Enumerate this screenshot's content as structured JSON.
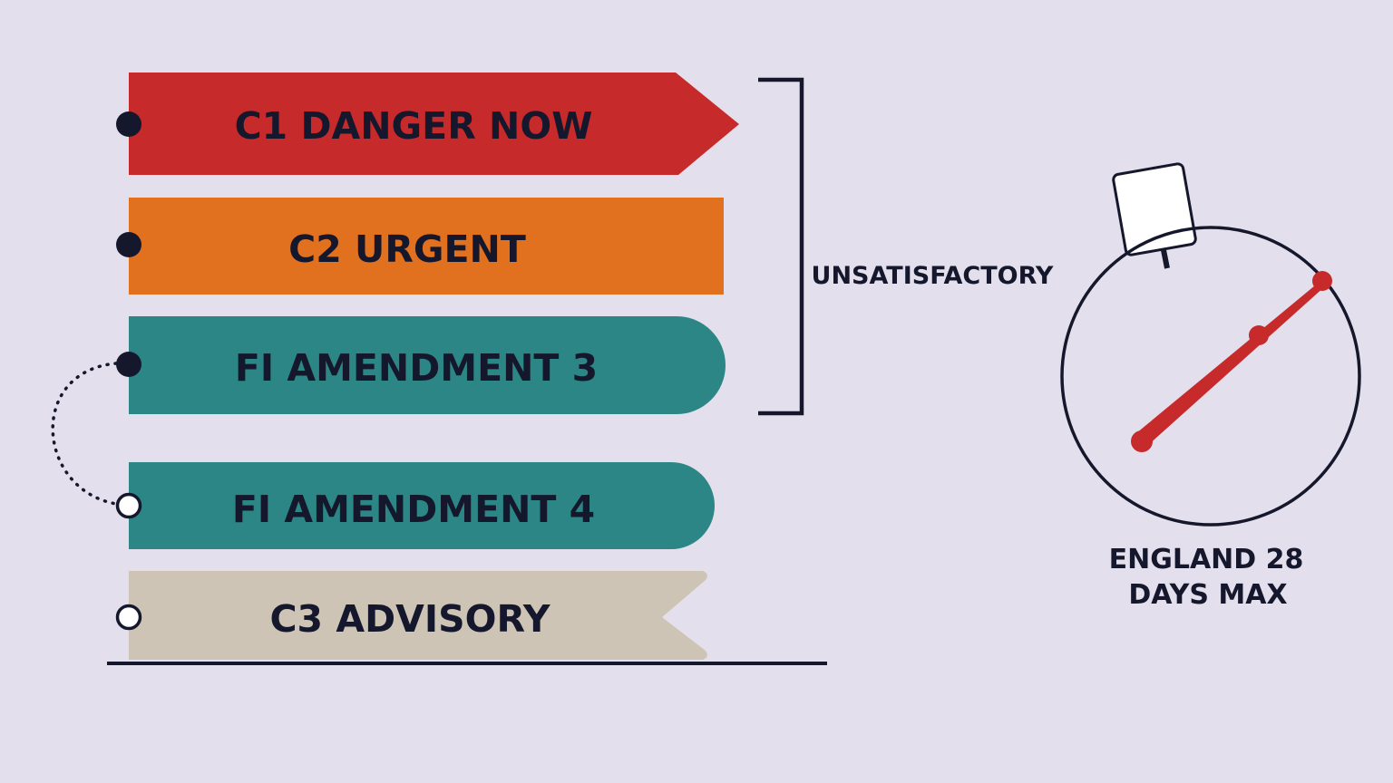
{
  "categories": [
    {
      "id": "c1",
      "label": "C1 DANGER NOW",
      "color": "#c62a2a",
      "marker": "filled"
    },
    {
      "id": "c2",
      "label": "C2 URGENT",
      "color": "#e2711f",
      "marker": "filled"
    },
    {
      "id": "fi3",
      "label": "FI AMENDMENT 3",
      "color": "#2b8685",
      "marker": "filled"
    },
    {
      "id": "fi4",
      "label": "FI AMENDMENT 4",
      "color": "#2b8685",
      "marker": "hollow"
    },
    {
      "id": "c3",
      "label": "C3 ADVISORY",
      "color": "#cdc4b6",
      "marker": "hollow"
    }
  ],
  "bracket": {
    "label": "UNSATISFACTORY"
  },
  "timer": {
    "label_line1": "ENGLAND 28",
    "label_line2": "DAYS MAX",
    "hand_color": "#c62a2a"
  },
  "colors": {
    "background": "#e4dfec",
    "ink": "#15182c"
  }
}
